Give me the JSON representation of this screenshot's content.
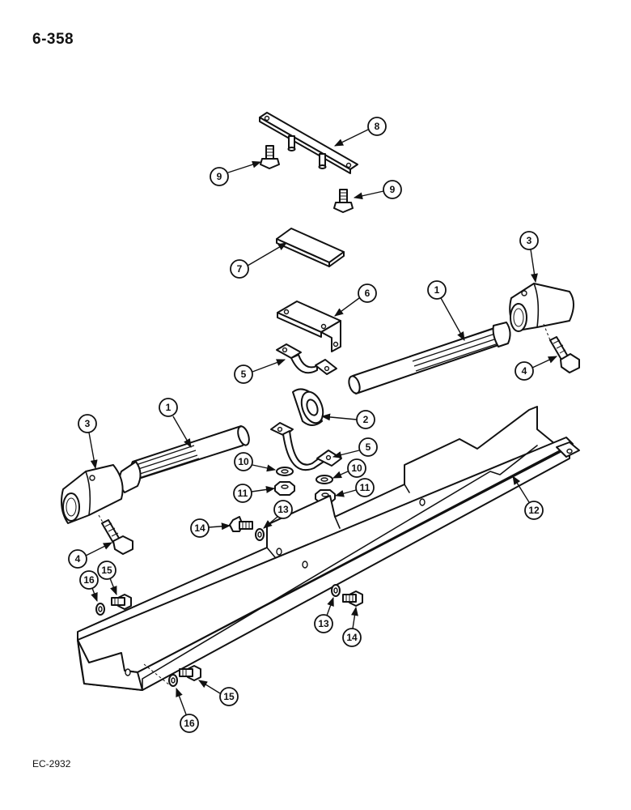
{
  "page": {
    "number": "6-358",
    "reference": "EC-2932"
  },
  "callouts": [
    {
      "label": "8"
    },
    {
      "label": "9"
    },
    {
      "label": "9"
    },
    {
      "label": "7"
    },
    {
      "label": "3"
    },
    {
      "label": "6"
    },
    {
      "label": "1"
    },
    {
      "label": "4"
    },
    {
      "label": "5"
    },
    {
      "label": "3"
    },
    {
      "label": "1"
    },
    {
      "label": "2"
    },
    {
      "label": "5"
    },
    {
      "label": "10"
    },
    {
      "label": "10"
    },
    {
      "label": "11"
    },
    {
      "label": "11"
    },
    {
      "label": "12"
    },
    {
      "label": "13"
    },
    {
      "label": "14"
    },
    {
      "label": "4"
    },
    {
      "label": "15"
    },
    {
      "label": "16"
    },
    {
      "label": "13"
    },
    {
      "label": "14"
    },
    {
      "label": "15"
    },
    {
      "label": "16"
    }
  ]
}
